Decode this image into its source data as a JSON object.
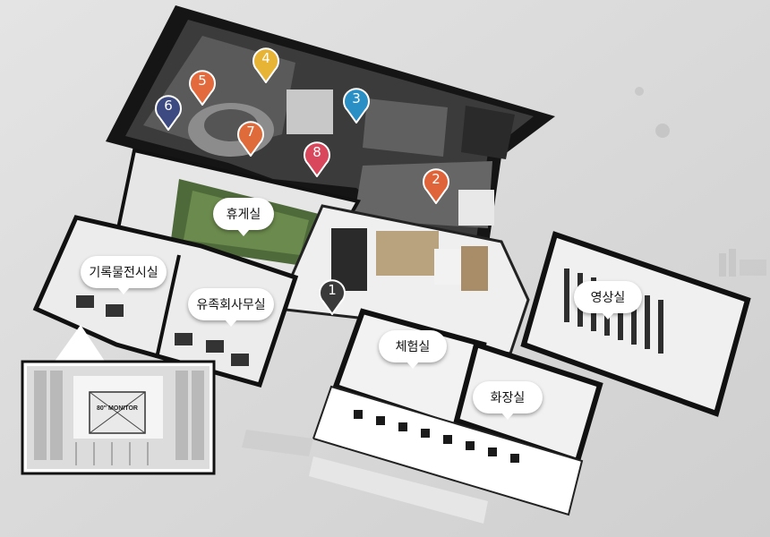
{
  "rooms": {
    "rest": "휴게실",
    "records": "기록물전시실",
    "family_office": "유족회사무실",
    "experience": "체험실",
    "restroom": "화장실",
    "video": "영상실"
  },
  "markers": [
    {
      "id": "1",
      "color": "#3a3a3a"
    },
    {
      "id": "2",
      "color": "#e0643a"
    },
    {
      "id": "3",
      "color": "#2a8fc4"
    },
    {
      "id": "4",
      "color": "#e7b436"
    },
    {
      "id": "5",
      "color": "#e26a3c"
    },
    {
      "id": "6",
      "color": "#3d4a82"
    },
    {
      "id": "7",
      "color": "#df6a3a"
    },
    {
      "id": "8",
      "color": "#d9475c"
    }
  ],
  "inset": {
    "monitor_label": "80\" MONITOR"
  }
}
